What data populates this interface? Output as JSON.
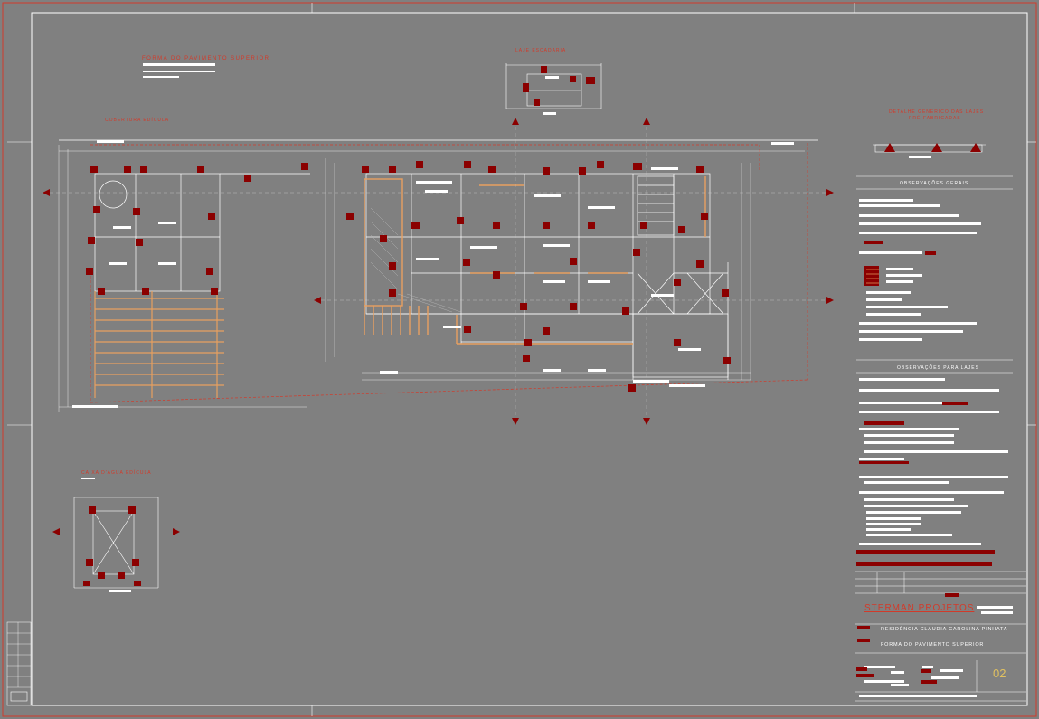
{
  "drawing": {
    "colors": {
      "background": "#808080",
      "frame": "#d23a2a",
      "lines": "#ffffff",
      "concrete": "#8b0000",
      "beams": "#e8a060"
    },
    "titles": {
      "plan_main": "FORMA DO PAVIMENTO SUPERIOR",
      "plan_top": "LAJE ESCADARIA",
      "plan_left": "COBERTURA EDÍCULA",
      "plan_bottom": "CAIXA D'ÁGUA EDÍCULA",
      "detail_line1": "DETALHE GENÉRICO DAS LAJES",
      "detail_line2": "PRÉ-FABRICADAS"
    },
    "notes_headers": {
      "general": "OBSERVAÇÕES GERAIS",
      "slabs": "OBSERVAÇÕES PARA LAJES"
    },
    "title_block": {
      "company": "STERMAN PROJETOS",
      "client": "RESIDÊNCIA CLAUDIA CAROLINA PINHATA",
      "drawing_name": "FORMA DO PAVIMENTO SUPERIOR",
      "sheet_number": "02"
    }
  }
}
